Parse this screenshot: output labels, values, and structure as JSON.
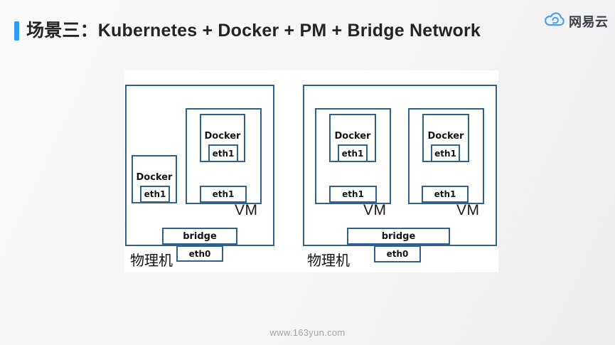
{
  "slide": {
    "title": "场景三：Kubernetes + Docker + PM + Bridge Network",
    "footer_url": "www.163yun.com"
  },
  "logo": {
    "text": "网易云",
    "icon": "cloud-icon"
  },
  "colors": {
    "accent_bar": "#2f9bf5",
    "box_border": "#31618f",
    "connector_line": "#5b9bd5",
    "logo_blue": "#4ba0ee",
    "title_text": "#242424"
  },
  "diagrams": {
    "left": {
      "pm_label": "物理机",
      "bridge": "bridge",
      "eth0": "eth0",
      "host_docker": {
        "name": "Docker",
        "eth": "eth1"
      },
      "vm": {
        "label": "VM",
        "eth": "eth1",
        "docker": {
          "name": "Docker",
          "eth": "eth1"
        }
      }
    },
    "right": {
      "pm_label": "物理机",
      "bridge": "bridge",
      "eth0": "eth0",
      "vm1": {
        "label": "VM",
        "eth": "eth1",
        "docker": {
          "name": "Docker",
          "eth": "eth1"
        }
      },
      "vm2": {
        "label": "VM",
        "eth": "eth1",
        "docker": {
          "name": "Docker",
          "eth": "eth1"
        }
      }
    }
  }
}
